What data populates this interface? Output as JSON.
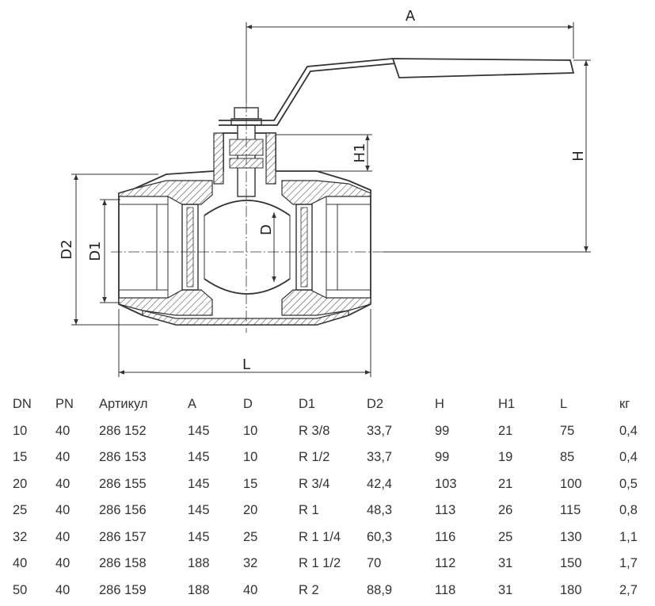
{
  "drawing": {
    "labels": {
      "A": "A",
      "H": "H",
      "H1": "H1",
      "D": "D",
      "D1": "D1",
      "D2": "D2",
      "L": "L"
    }
  },
  "table": {
    "headers": [
      "DN",
      "PN",
      "Артикул",
      "A",
      "D",
      "D1",
      "D2",
      "H",
      "H1",
      "L",
      "кг"
    ],
    "rows": [
      [
        "10",
        "40",
        "286 152",
        "145",
        "10",
        "R 3/8",
        "33,7",
        "99",
        "21",
        "75",
        "0,4"
      ],
      [
        "15",
        "40",
        "286 153",
        "145",
        "10",
        "R 1/2",
        "33,7",
        "99",
        "19",
        "85",
        "0,4"
      ],
      [
        "20",
        "40",
        "286 155",
        "145",
        "15",
        "R 3/4",
        "42,4",
        "103",
        "21",
        "100",
        "0,5"
      ],
      [
        "25",
        "40",
        "286 156",
        "145",
        "20",
        "R 1",
        "48,3",
        "113",
        "26",
        "115",
        "0,8"
      ],
      [
        "32",
        "40",
        "286 157",
        "145",
        "25",
        "R 1 1/4",
        "60,3",
        "116",
        "25",
        "130",
        "1,1"
      ],
      [
        "40",
        "40",
        "286 158",
        "188",
        "32",
        "R 1 1/2",
        "70",
        "112",
        "31",
        "150",
        "1,7"
      ],
      [
        "50",
        "40",
        "286 159",
        "188",
        "40",
        "R 2",
        "88,9",
        "118",
        "31",
        "180",
        "2,7"
      ]
    ]
  }
}
